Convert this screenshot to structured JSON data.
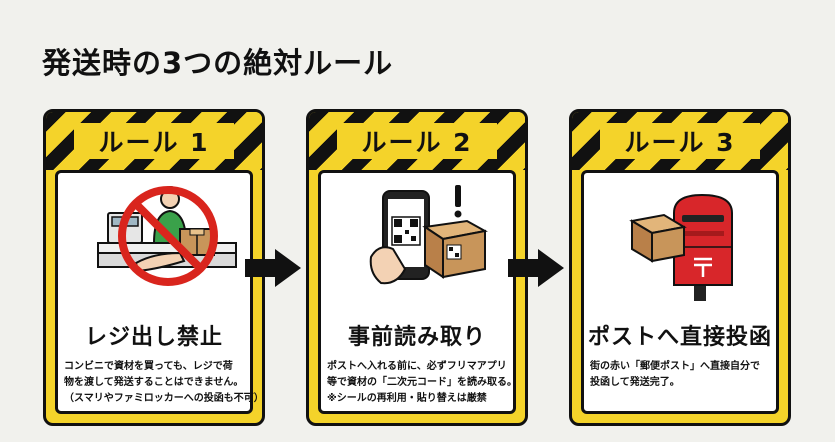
{
  "title": "発送時の3つの絶対ルール",
  "rules": [
    {
      "header": "ルール 1",
      "title": "レジ出し禁止",
      "lines": [
        "コンビニで資材を買っても、レジで荷",
        "物を渡して発送することはできません。",
        "（スマリやファミロッカーへの投函も不可）"
      ]
    },
    {
      "header": "ルール 2",
      "title": "事前読み取り",
      "lines": [
        "ポストへ入れる前に、必ずフリマアプリ",
        "等で資材の「二次元コード」を読み取る。",
        "※シールの再利用・貼り替えは厳禁"
      ]
    },
    {
      "header": "ルール 3",
      "title": "ポストへ直接投函",
      "lines": [
        "街の赤い「郵便ポスト」へ直接自分で",
        "投函して発送完了。"
      ]
    }
  ],
  "icons": {
    "rule1": [
      "prohibited-icon",
      "cashier-icon",
      "package-icon",
      "register-icon"
    ],
    "rule2": [
      "smartphone-icon",
      "qr-code-icon",
      "package-icon",
      "exclamation-icon"
    ],
    "rule3": [
      "mailbox-icon",
      "package-icon",
      "postal-mark-icon"
    ],
    "arrows": [
      "arrow-right-icon"
    ]
  },
  "colors": {
    "accent_yellow": "#f4d32a",
    "prohibit_red": "#d9251d",
    "mailbox_red": "#d8262a",
    "box_brown": "#c8955a",
    "background": "#f1f1ed"
  }
}
